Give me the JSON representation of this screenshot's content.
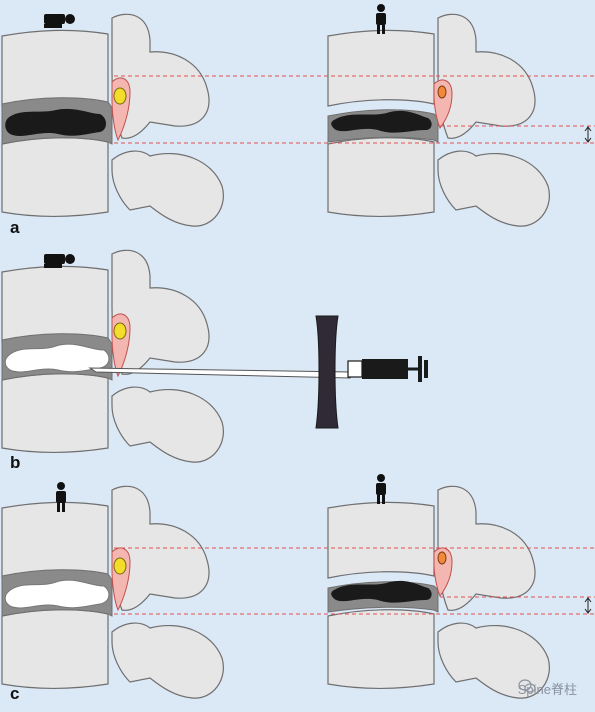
{
  "panels": {
    "a": {
      "label": "a"
    },
    "b": {
      "label": "b"
    },
    "c": {
      "label": "c"
    }
  },
  "watermark": {
    "text": "Spine脊柱"
  },
  "colors": {
    "background": "#dbe8f6",
    "bone": "#e6e6e6",
    "bone_stroke": "#6f6f6f",
    "disc_space": "#888888",
    "disc_dark": "#1a1a1a",
    "contrast": "#ffffff",
    "root_sleeve": "#f4b6b0",
    "nerve": "#f2de2a",
    "nerve_compressed": "#f08a3a",
    "reference_line": "#e05050",
    "instrument": "#2f2a36"
  }
}
